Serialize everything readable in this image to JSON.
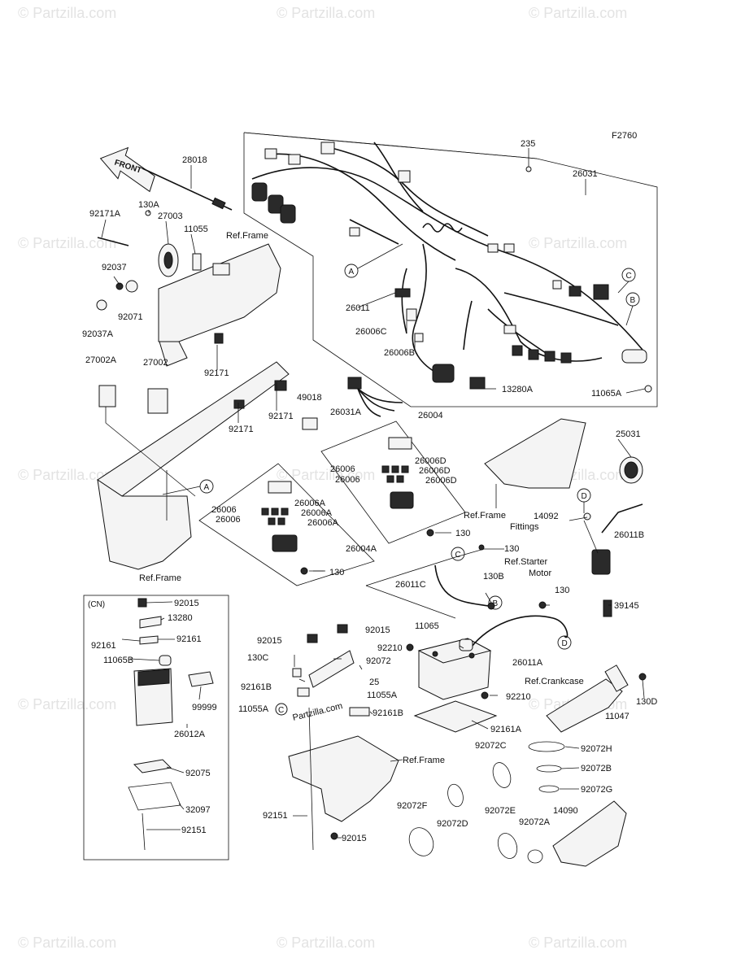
{
  "figure_code": "F2760",
  "watermark": "© Partzilla.com",
  "front_label": "FRONT",
  "cn_box_label": "(CN)",
  "callouts": [
    "A",
    "A",
    "B",
    "B",
    "C",
    "C",
    "D",
    "D"
  ],
  "labels": {
    "l235": "235",
    "l28018": "28018",
    "l26031": "26031",
    "l130A": "130A",
    "l27003": "27003",
    "l92171A": "92171A",
    "l11055": "11055",
    "refFrame1": "Ref.Frame",
    "l92037": "92037",
    "l92071": "92071",
    "l92037A": "92037A",
    "l26011": "26011",
    "l26006C": "26006C",
    "l26006B": "26006B",
    "l13280A": "13280A",
    "l11065A": "11065A",
    "l92171a": "92171",
    "l27002A": "27002A",
    "l27002": "27002",
    "l49018": "49018",
    "l92171b": "92171",
    "l92171c": "92171",
    "l26031A": "26031A",
    "l26004": "26004",
    "l25031": "25031",
    "l26006a": "26006",
    "l26006b": "26006",
    "l26006D1": "26006D",
    "l26006D2": "26006D",
    "l26006D3": "26006D",
    "l26006c": "26006",
    "l26006d": "26006",
    "l26006A1": "26006A",
    "l26006A2": "26006A",
    "l26006A3": "26006A",
    "refFrameFittings1": "Ref.Frame",
    "refFrameFittings2": "Fittings",
    "l14092": "14092",
    "l26011B": "26011B",
    "l130a": "130",
    "l130b": "130",
    "l26004A": "26004A",
    "refStarter1": "Ref.Starter",
    "refStarter2": "Motor",
    "l130c": "130",
    "refFrame2": "Ref.Frame",
    "cn_92015a": "92015",
    "cn_13280": "13280",
    "cn_92161a": "92161",
    "cn_92161b": "92161",
    "cn_11065B": "11065B",
    "cn_99999": "99999",
    "cn_26012A": "26012A",
    "cn_92075": "92075",
    "cn_32097": "32097",
    "cn_92151": "92151",
    "l26011C": "26011C",
    "l130B": "130B",
    "l130d": "130",
    "l39145": "39145",
    "l11065": "11065",
    "l92015a": "92015",
    "l92015b": "92015",
    "l92210a": "92210",
    "l130C": "130C",
    "l92072": "92072",
    "l26011A": "26011A",
    "l25x": "25",
    "l92161B": "92161B",
    "l11055A1": "11055A",
    "l11055A2": "11055A",
    "l92161Bb": "92161B",
    "l92210b": "92210",
    "refCrankcase": "Ref.Crankcase",
    "l130D": "130D",
    "l11047": "11047",
    "l92161A": "92161A",
    "l92072C": "92072C",
    "l92072H": "92072H",
    "l92072B": "92072B",
    "l92072G": "92072G",
    "refFrame3": "Ref.Frame",
    "l92151": "92151",
    "l92072F": "92072F",
    "l92072D": "92072D",
    "l92072E": "92072E",
    "l14090": "14090",
    "l92072A": "92072A",
    "l92015c": "92015"
  }
}
